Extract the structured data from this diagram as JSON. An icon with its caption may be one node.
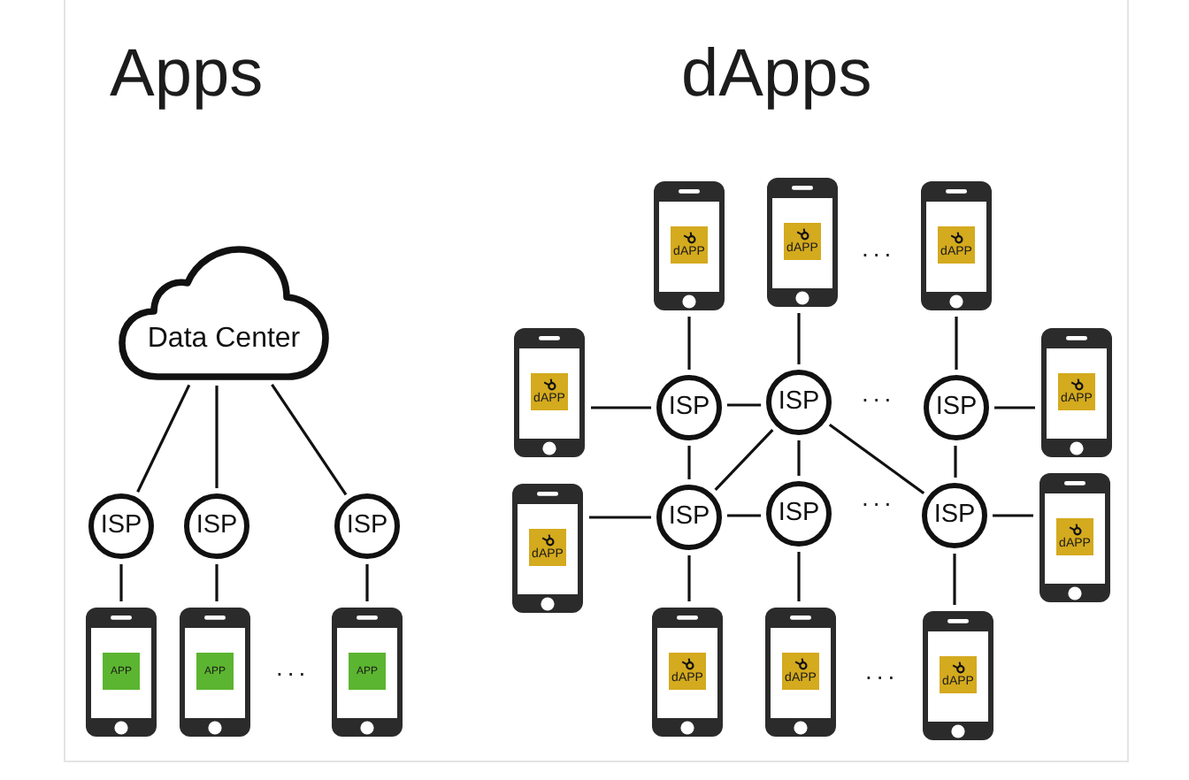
{
  "diagram": {
    "nodes": [
      {
        "text": [
          "Data Center"
        ]
      },
      {
        "text": [
          "ISP"
        ]
      },
      {
        "text": [
          "ISP"
        ]
      },
      {
        "text": [
          "ISP"
        ]
      },
      {
        "text": [],
        "shape": "phone"
      },
      {
        "text": [
          "APP"
        ],
        "in": 4
      },
      {
        "text": [],
        "shape": "phone"
      },
      {
        "text": [
          "APP"
        ],
        "in": 6
      },
      {
        "text": [],
        "shape": "phone"
      },
      {
        "text": [
          "APP"
        ],
        "in": 8
      },
      {
        "text": [],
        "shape": "phone"
      },
      {
        "text": [
          "dAPP"
        ],
        "in": 10
      },
      {
        "text": [],
        "shape": "phone"
      },
      {
        "text": [
          "dAPP"
        ],
        "in": 12
      },
      {
        "text": [],
        "shape": "phone"
      },
      {
        "text": [
          "dAPP"
        ],
        "in": 14
      },
      {
        "text": [],
        "shape": "phone"
      },
      {
        "text": [
          "dAPP"
        ],
        "in": 16
      },
      {
        "text": [
          "ISP"
        ]
      },
      {
        "text": [
          "ISP"
        ]
      },
      {
        "text": [
          "ISP"
        ]
      },
      {
        "text": [],
        "shape": "phone"
      },
      {
        "text": [
          "dAPP"
        ],
        "in": 21
      },
      {
        "text": [],
        "shape": "phone"
      },
      {
        "text": [
          "dAPP"
        ],
        "in": 23
      },
      {
        "text": [
          "ISP"
        ]
      },
      {
        "text": [
          "ISP"
        ]
      },
      {
        "text": [
          "ISP"
        ]
      },
      {
        "text": [],
        "shape": "phone"
      },
      {
        "text": [
          "dAPP"
        ],
        "in": 28
      },
      {
        "text": [],
        "shape": "phone"
      },
      {
        "text": [
          "dAPP"
        ],
        "in": 30
      },
      {
        "text": [],
        "shape": "phone"
      },
      {
        "text": [
          "dAPP"
        ],
        "in": 32
      },
      {
        "text": [],
        "shape": "phone"
      },
      {
        "text": [
          "dAPP"
        ],
        "in": 34
      }
    ],
    "edges": [
      {
        "from": 0,
        "to": 1,
        "arrow": "none"
      },
      {
        "from": 0,
        "to": 2,
        "arrow": "none"
      },
      {
        "from": 0,
        "to": 3,
        "arrow": "none"
      },
      {
        "from": 1,
        "to": 4,
        "arrow": "none"
      },
      {
        "from": 2,
        "to": 6,
        "arrow": "none"
      },
      {
        "from": 3,
        "to": 8,
        "arrow": "none"
      },
      {
        "from": 10,
        "to": 18,
        "arrow": "none"
      },
      {
        "from": 12,
        "to": 19,
        "arrow": "none"
      },
      {
        "from": 14,
        "to": 20,
        "arrow": "none"
      },
      {
        "from": 16,
        "to": 18,
        "arrow": "none"
      },
      {
        "from": 18,
        "to": 19,
        "arrow": "none"
      },
      {
        "from": 20,
        "to": 21,
        "arrow": "none"
      },
      {
        "from": 19,
        "to": 25,
        "arrow": "none"
      },
      {
        "from": 19,
        "to": 26,
        "arrow": "none"
      },
      {
        "from": 19,
        "to": 27,
        "arrow": "none"
      },
      {
        "from": 18,
        "to": 25,
        "arrow": "none"
      },
      {
        "from": 20,
        "to": 27,
        "arrow": "none"
      },
      {
        "from": 23,
        "to": 25,
        "arrow": "none"
      },
      {
        "from": 25,
        "to": 26,
        "arrow": "none"
      },
      {
        "from": 27,
        "to": 28,
        "arrow": "none"
      },
      {
        "from": 25,
        "to": 30,
        "arrow": "none"
      },
      {
        "from": 26,
        "to": 32,
        "arrow": "none"
      },
      {
        "from": 27,
        "to": 34,
        "arrow": "none"
      }
    ],
    "labels": [
      "Apps",
      "dApps",
      "...",
      "...",
      "...",
      "...",
      "..."
    ]
  }
}
